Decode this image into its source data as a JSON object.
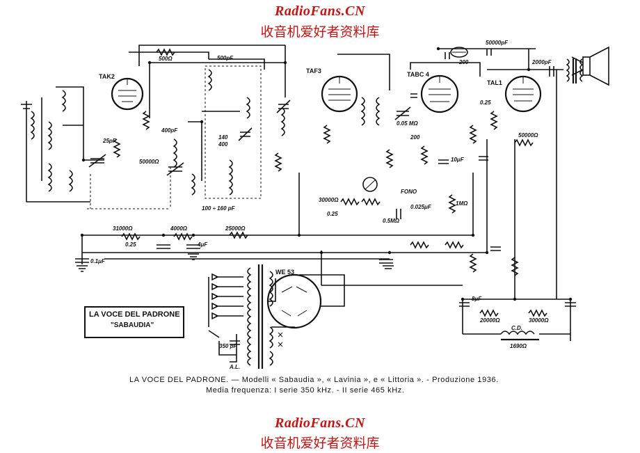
{
  "watermark": {
    "brand": "RadioFans.CN",
    "subtitle": "收音机爱好者资料库"
  },
  "title_box": {
    "line1": "LA VOCE DEL PADRONE",
    "line2": "\"SABAUDIA\""
  },
  "caption": {
    "line1": "LA VOCE DEL PADRONE. — Modelli « Sabaudia », « Lavinia », e « Littoria ». - Produzione 1936.",
    "line2": "Media frequenza: I serie 350 kHz. - II serie 465 kHz."
  },
  "tubes": [
    "TAK2",
    "TAF3",
    "TABC 4",
    "TAL1",
    "WE 53"
  ],
  "component_labels": [
    "500Ω",
    "500pF",
    "400pF",
    "25pF",
    "50000Ω",
    "140",
    "400",
    "100 ÷ 160 pF",
    "31000Ω",
    "4000Ω",
    "0.25",
    "4μF",
    "25000Ω",
    "0.1μF",
    "30000Ω",
    "0.05 MΩ",
    "0.25",
    "200",
    "10μF",
    "FONO",
    "0.025μF",
    "0.5MΩ",
    "1MΩ",
    "50000Ω",
    "2000pF",
    "0.25",
    "50000pF",
    "200",
    "8μF",
    "20000Ω",
    "30000Ω",
    "C.D.",
    "1690Ω",
    "350 pF",
    "A.L."
  ],
  "colors": {
    "watermark": "#cc1111",
    "ink": "#111111",
    "paper": "#ffffff"
  }
}
